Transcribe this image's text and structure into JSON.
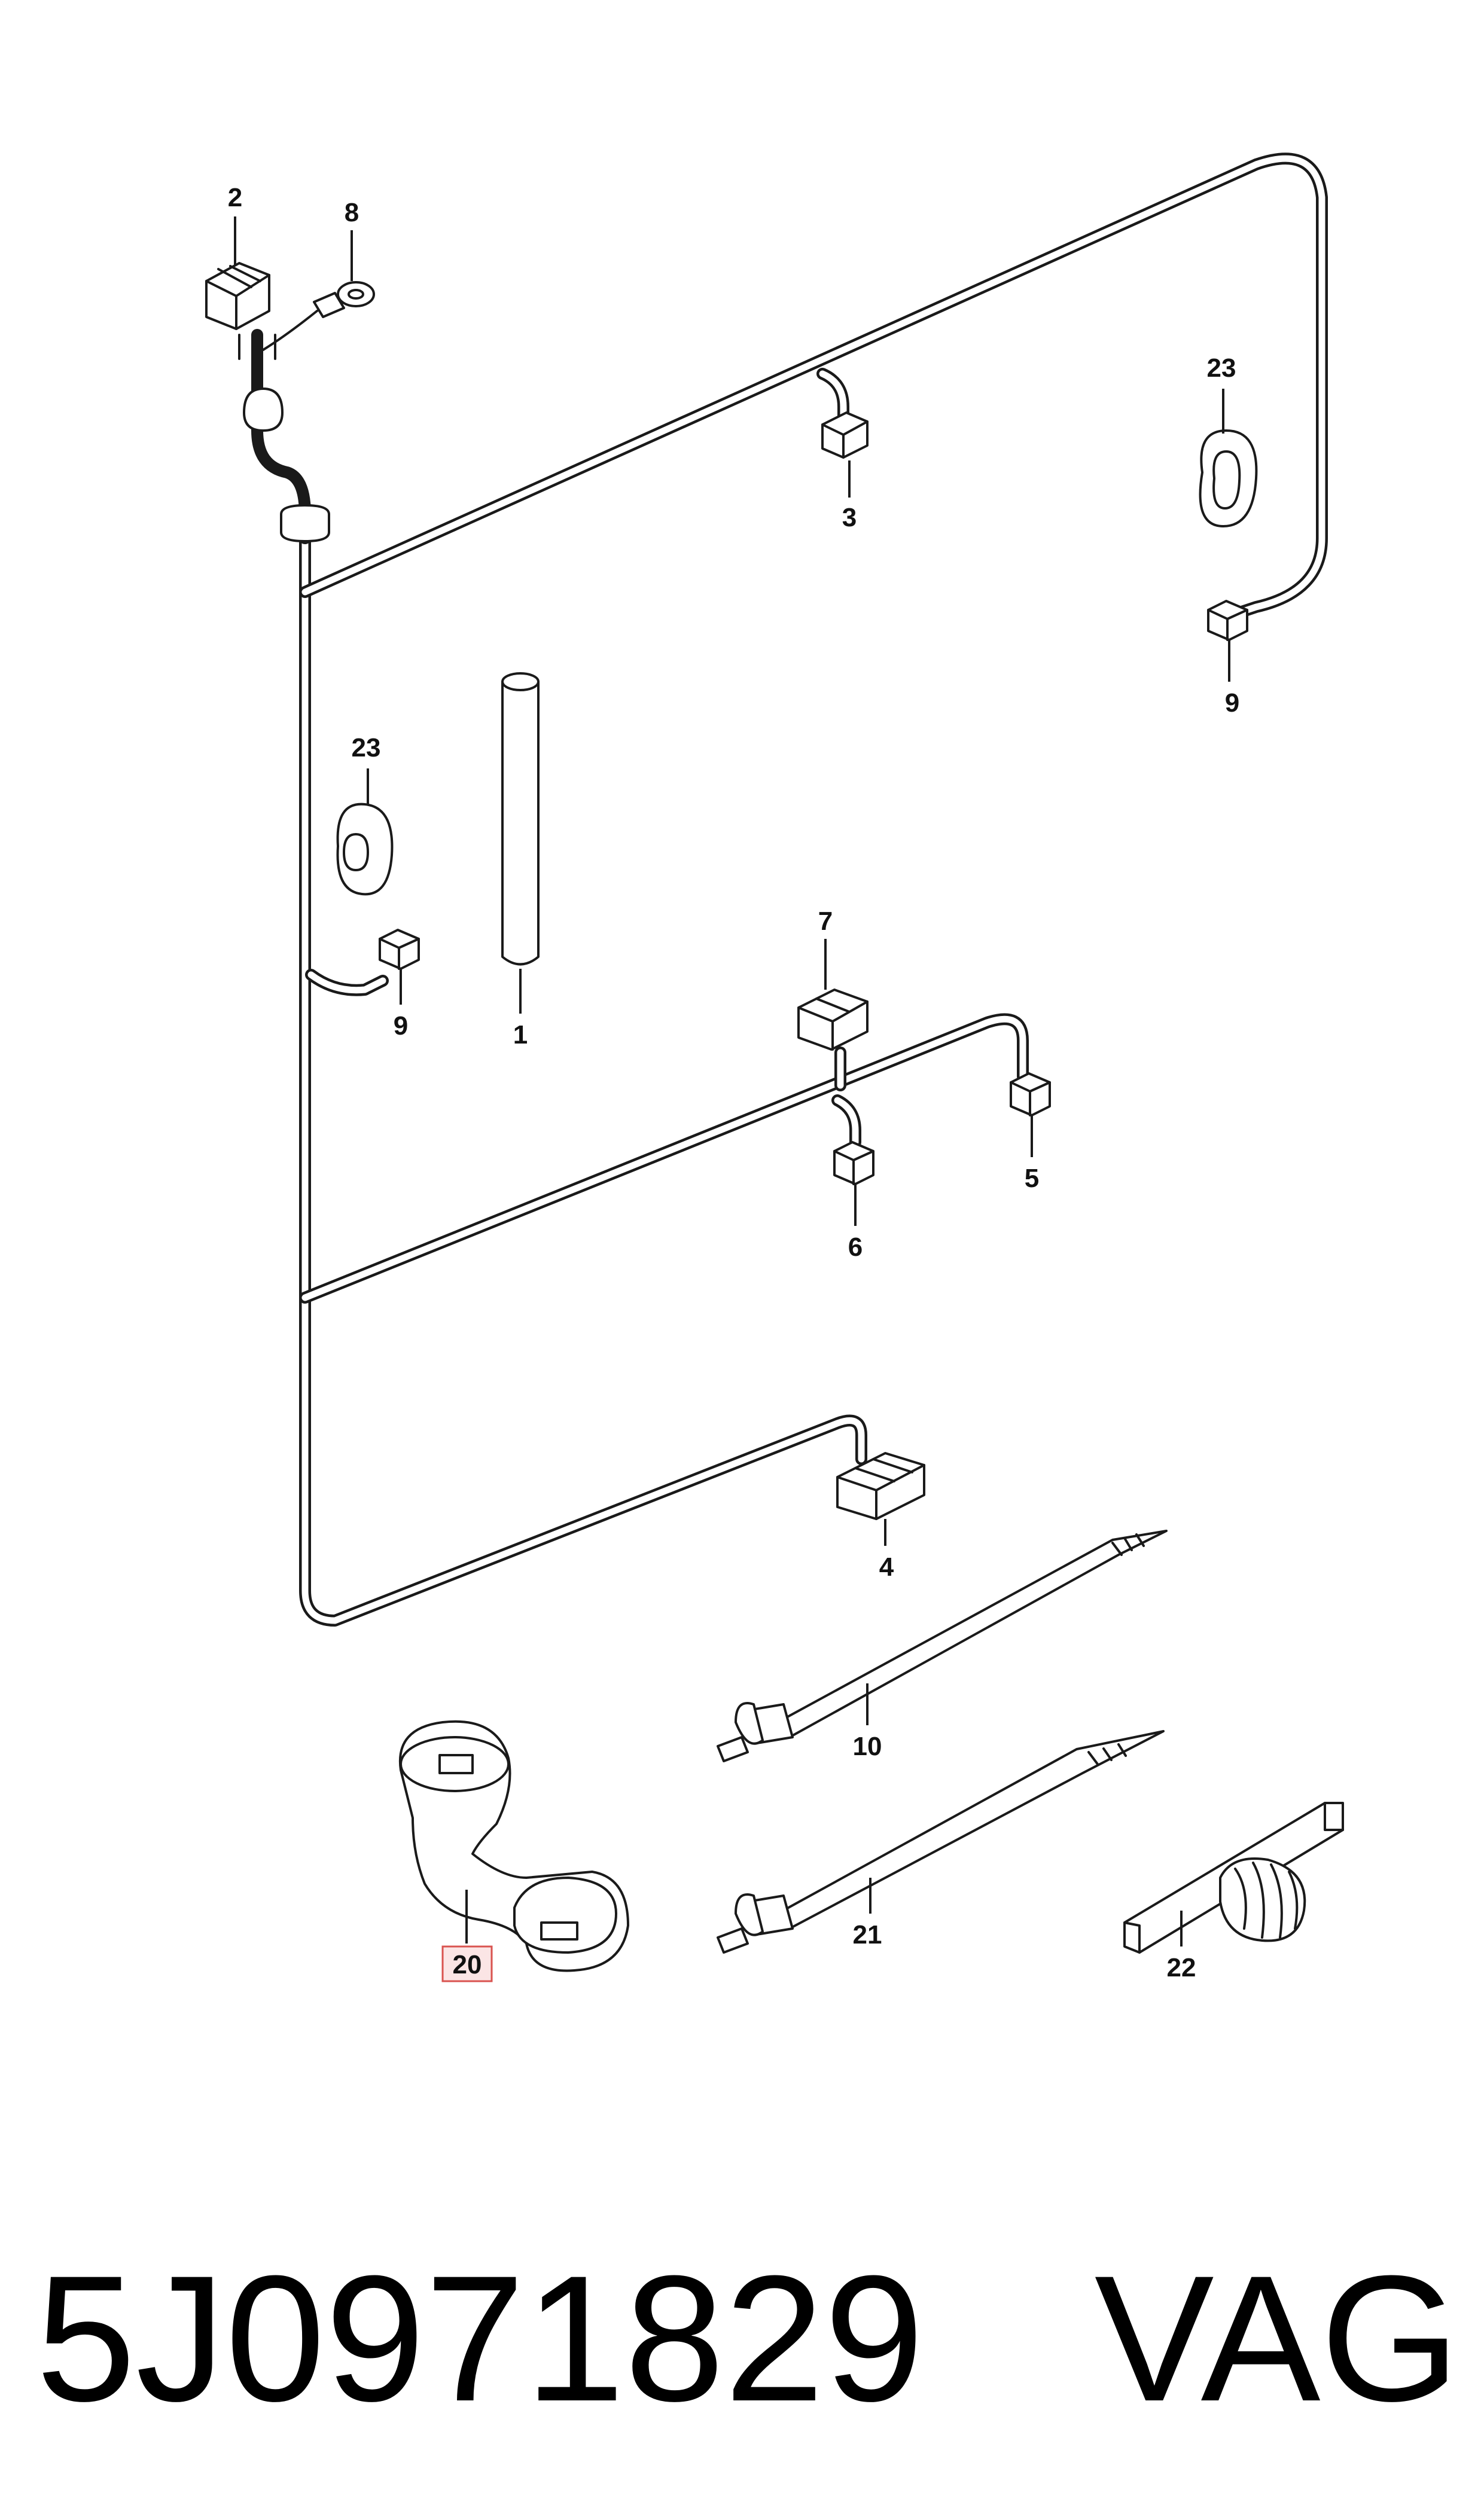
{
  "callouts": {
    "c1": "1",
    "c2": "2",
    "c3": "3",
    "c4": "4",
    "c5": "5",
    "c6": "6",
    "c7": "7",
    "c8": "8",
    "c9a": "9",
    "c9b": "9",
    "c10": "10",
    "c20": "20",
    "c21": "21",
    "c22": "22",
    "c23a": "23",
    "c23b": "23"
  },
  "footer": {
    "part_number": "5J0971829",
    "brand": "VAG"
  },
  "colors": {
    "line": "#1a1a1a",
    "highlight_fill": "#fbe5e5",
    "highlight_border": "#d9534f"
  }
}
